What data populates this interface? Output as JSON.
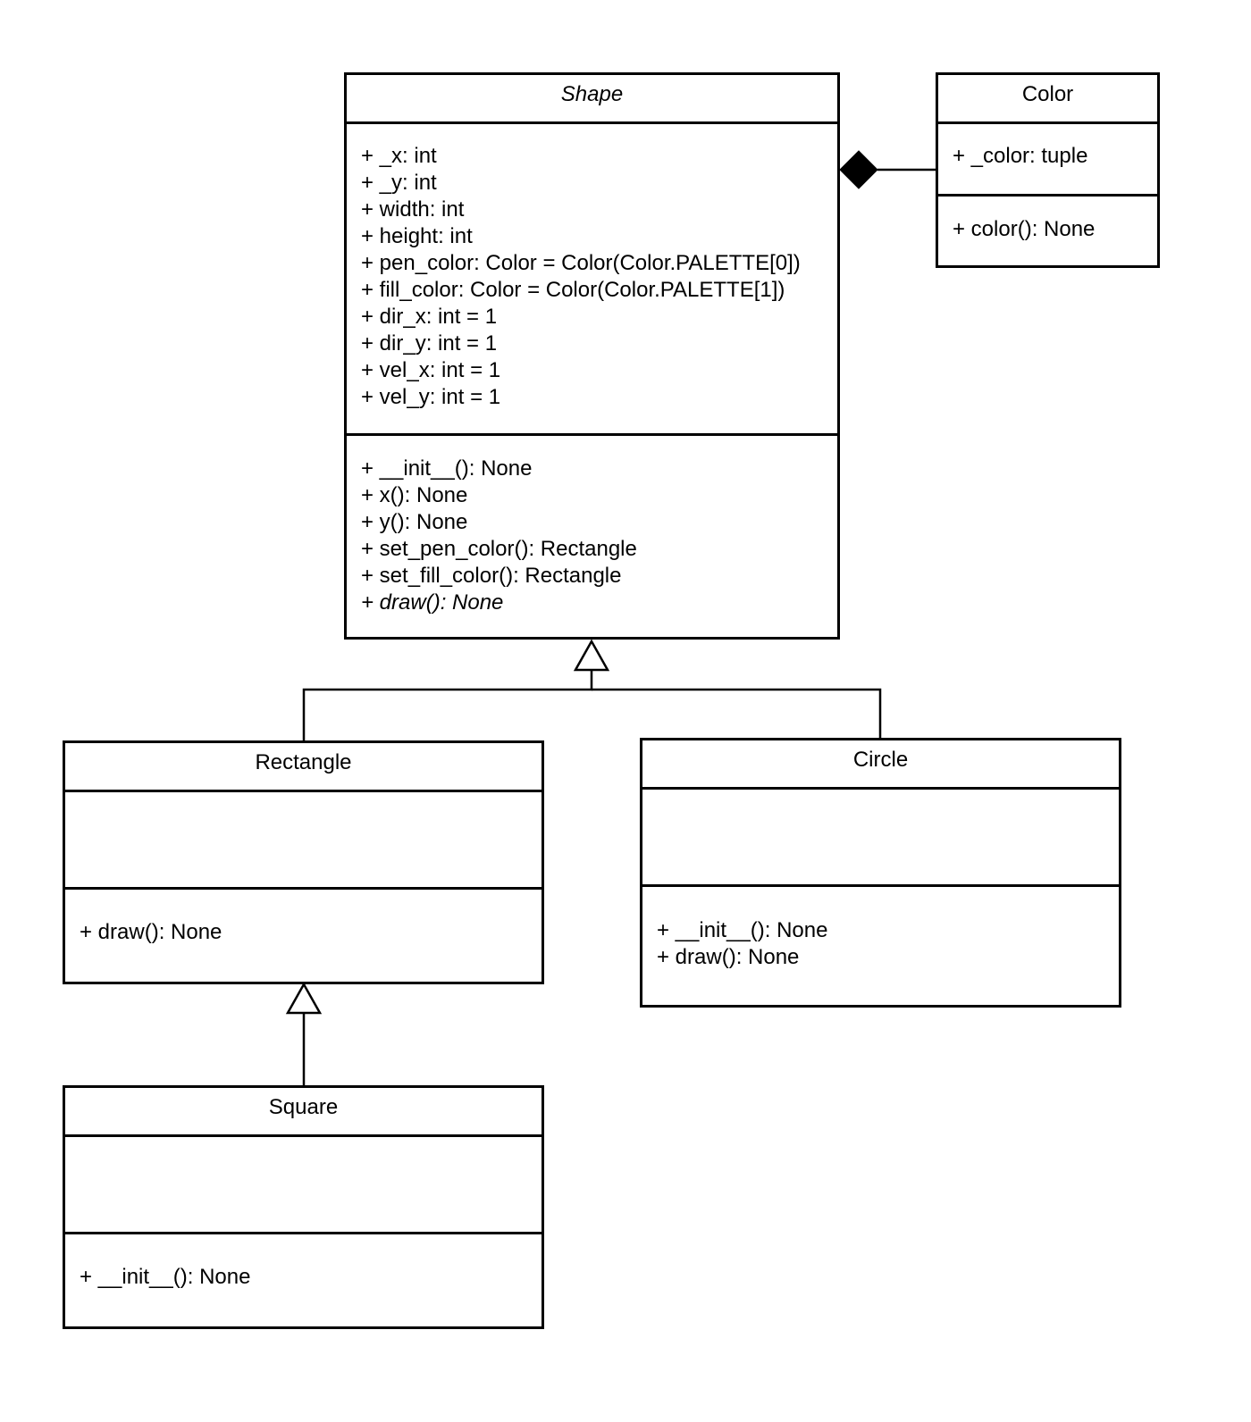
{
  "classes": {
    "shape": {
      "name": "Shape",
      "abstract": true,
      "attributes": [
        "+ _x: int",
        "+ _y: int",
        "+ width: int",
        "+ height: int",
        "+ pen_color: Color = Color(Color.PALETTE[0])",
        "+ fill_color: Color = Color(Color.PALETTE[1])",
        "+ dir_x: int = 1",
        "+ dir_y: int = 1",
        "+ vel_x: int = 1",
        "+ vel_y: int = 1"
      ],
      "methods": [
        {
          "text": "+ __init__(): None",
          "abstract": false
        },
        {
          "text": "+ x(): None",
          "abstract": false
        },
        {
          "text": "+ y(): None",
          "abstract": false
        },
        {
          "text": "+ set_pen_color(): Rectangle",
          "abstract": false
        },
        {
          "text": "+ set_fill_color(): Rectangle",
          "abstract": false
        },
        {
          "text": "+ draw(): None",
          "abstract": true
        }
      ]
    },
    "color": {
      "name": "Color",
      "attributes": [
        "+ _color: tuple"
      ],
      "methods": [
        {
          "text": "+ color(): None",
          "abstract": false
        }
      ]
    },
    "rectangle": {
      "name": "Rectangle",
      "attributes": [],
      "methods": [
        {
          "text": "+ draw(): None",
          "abstract": false
        }
      ]
    },
    "circle": {
      "name": "Circle",
      "attributes": [],
      "methods": [
        {
          "text": "+ __init__(): None",
          "abstract": false
        },
        {
          "text": "+ draw(): None",
          "abstract": false
        }
      ]
    },
    "square": {
      "name": "Square",
      "attributes": [],
      "methods": [
        {
          "text": "+ __init__(): None",
          "abstract": false
        }
      ]
    }
  },
  "relationships": [
    {
      "type": "composition",
      "whole": "Shape",
      "part": "Color"
    },
    {
      "type": "generalization",
      "child": "Rectangle",
      "parent": "Shape"
    },
    {
      "type": "generalization",
      "child": "Circle",
      "parent": "Shape"
    },
    {
      "type": "generalization",
      "child": "Square",
      "parent": "Rectangle"
    }
  ]
}
